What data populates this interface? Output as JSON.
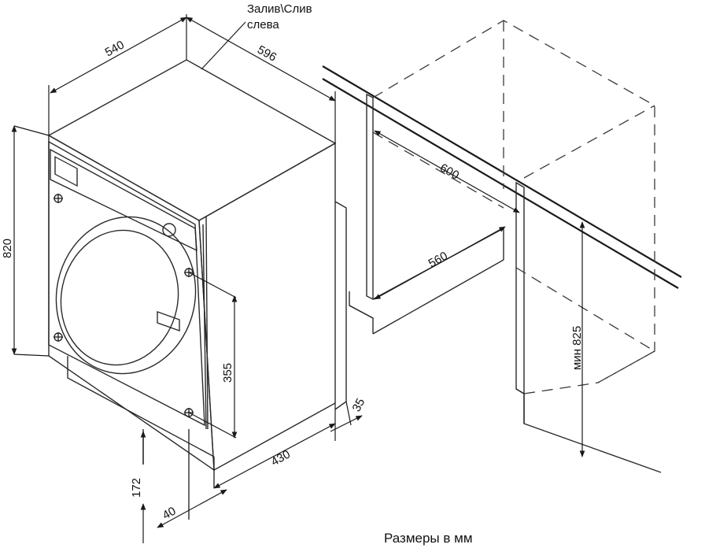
{
  "notes": {
    "hose_line1": "Залив\\Слив",
    "hose_line2": "слева"
  },
  "dimensions": {
    "depth": "540",
    "width": "596",
    "height": "820",
    "hinge_span": "355",
    "door_offset": "35",
    "base_depth": "430",
    "plinth_height": "172",
    "plinth_setback": "40",
    "niche_depth_top": "600",
    "niche_depth_bottom": "560",
    "niche_height": "мин 825"
  },
  "footer": {
    "units": "Размеры в мм"
  }
}
